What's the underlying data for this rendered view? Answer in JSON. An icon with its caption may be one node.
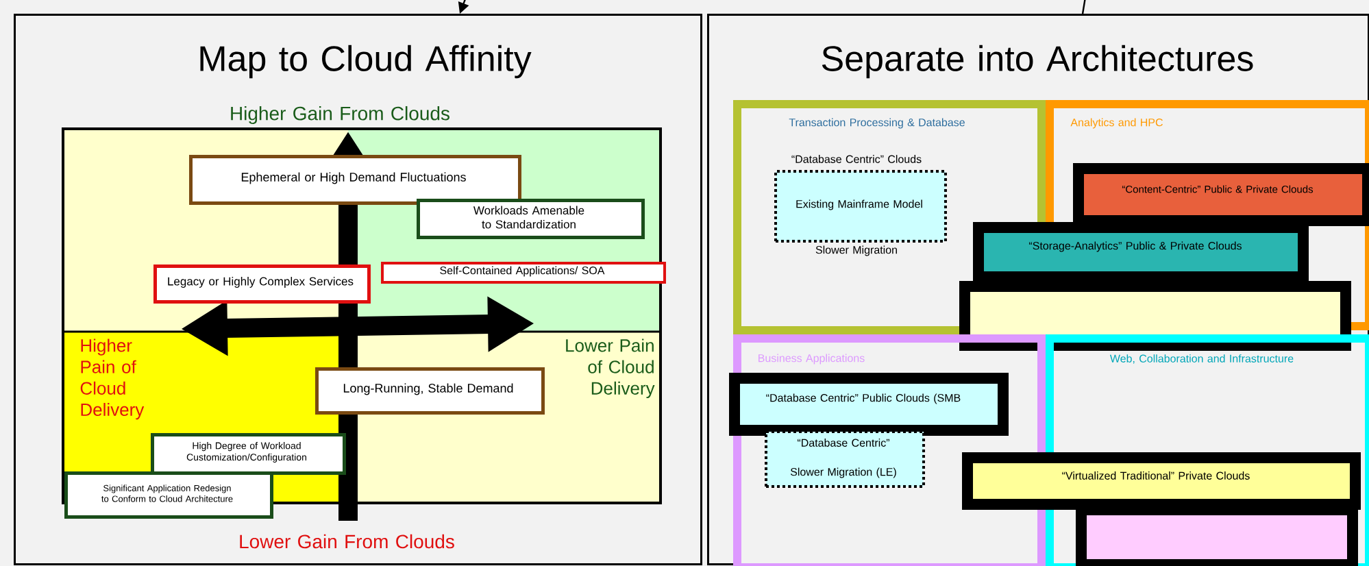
{
  "diagram": {
    "nodes": [
      {
        "text": [
          "Map to Cloud Affinity"
        ]
      },
      {
        "text": [
          "Ephemeral or High Demand Fluctuations"
        ],
        "in": 0
      },
      {
        "text": [
          "Workloads Amenable to Standardization"
        ],
        "in": 0
      },
      {
        "text": [
          "Legacy or Highly Complex Services"
        ],
        "in": 0
      },
      {
        "text": [
          "Self-Contained Applications/ SOA"
        ],
        "in": 0
      },
      {
        "text": [
          "Long-Running, Stable Demand"
        ],
        "in": 0
      },
      {
        "text": [
          "High Degree of Workload Customization/Configuration"
        ],
        "in": 0
      },
      {
        "text": [
          "Significant Application Redesign to Conform to Cloud Architecture"
        ],
        "in": 0
      },
      {
        "text": [
          "Separate into Architectures"
        ]
      },
      {
        "text": [
          "Transaction Processing & Database",
          "“Database Centric” Clouds",
          "Slower Migration"
        ],
        "in": 8
      },
      {
        "text": [
          "Existing Mainframe Model"
        ],
        "in": 9
      },
      {
        "text": [
          "Analytics and HPC"
        ],
        "in": 8
      },
      {
        "text": [
          "“Content-Centric” Public & Private Clouds"
        ],
        "in": 11
      },
      {
        "text": [
          "“Storage-Analytics” Public & Private Clouds"
        ],
        "in": 8
      },
      {
        "text": [],
        "shape": "box",
        "in": 8
      },
      {
        "text": [
          "Business Applications"
        ],
        "in": 8
      },
      {
        "text": [
          "“Database Centric” Public Clouds (SMB"
        ],
        "in": 15
      },
      {
        "text": [
          "“Database Centric”",
          "Slower Migration (LE)"
        ],
        "in": 15
      },
      {
        "text": [
          "Web, Collaboration and Infrastructure"
        ],
        "in": 8
      },
      {
        "text": [
          "“Virtualized Traditional” Private Clouds"
        ],
        "in": 8
      },
      {
        "text": [],
        "shape": "box",
        "in": 18
      }
    ],
    "edges": [
      {
        "from": null,
        "to": 0,
        "arrow": "to"
      },
      {
        "from": null,
        "to": 8,
        "arrow": "none"
      }
    ],
    "labels": [
      "Higher Gain From Clouds",
      "Higher Pain of Cloud Delivery",
      "Lower Pain of Cloud Delivery",
      "Lower Gain From Clouds"
    ]
  }
}
